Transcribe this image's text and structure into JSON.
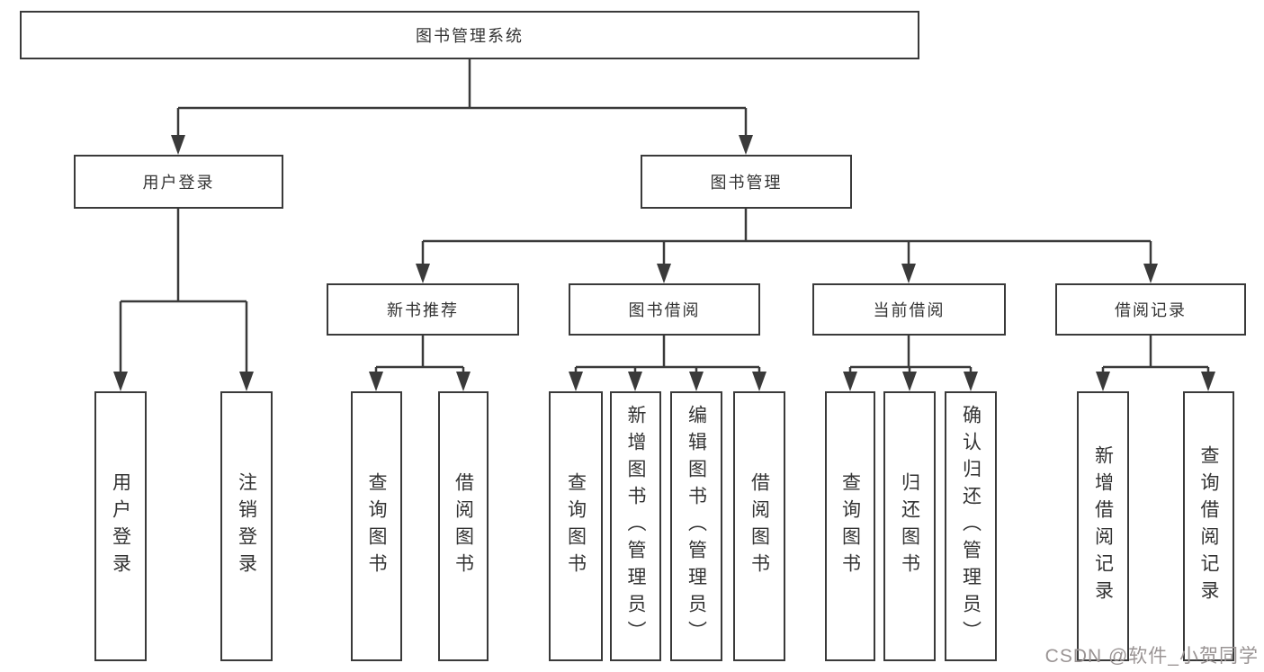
{
  "diagram": {
    "title_node": {
      "label": "图书管理系统"
    },
    "level2": [
      {
        "label": "用户登录"
      },
      {
        "label": "图书管理"
      }
    ],
    "level3": [
      {
        "label": "新书推荐"
      },
      {
        "label": "图书借阅"
      },
      {
        "label": "当前借阅"
      },
      {
        "label": "借阅记录"
      }
    ],
    "leaves": {
      "user_login": [
        {
          "label": "用户登录"
        },
        {
          "label": "注销登录"
        }
      ],
      "new_book_recommend": [
        {
          "label": "查询图书"
        },
        {
          "label": "借阅图书"
        }
      ],
      "book_borrow": [
        {
          "label": "查询图书"
        },
        {
          "label": "新增图书（管理员）"
        },
        {
          "label": "编辑图书（管理员）"
        },
        {
          "label": "借阅图书"
        }
      ],
      "current_borrow": [
        {
          "label": "查询图书"
        },
        {
          "label": "归还图书"
        },
        {
          "label": "确认归还（管理员）"
        }
      ],
      "borrow_record": [
        {
          "label": "新增借阅记录"
        },
        {
          "label": "查询借阅记录"
        }
      ]
    }
  },
  "watermark": {
    "text": "CSDN @软件_小贺同学"
  },
  "colors": {
    "line": "#3a3a3a",
    "box_border": "#3a3a3a",
    "text": "#333333",
    "watermark": "#9a9494",
    "background": "#ffffff"
  }
}
